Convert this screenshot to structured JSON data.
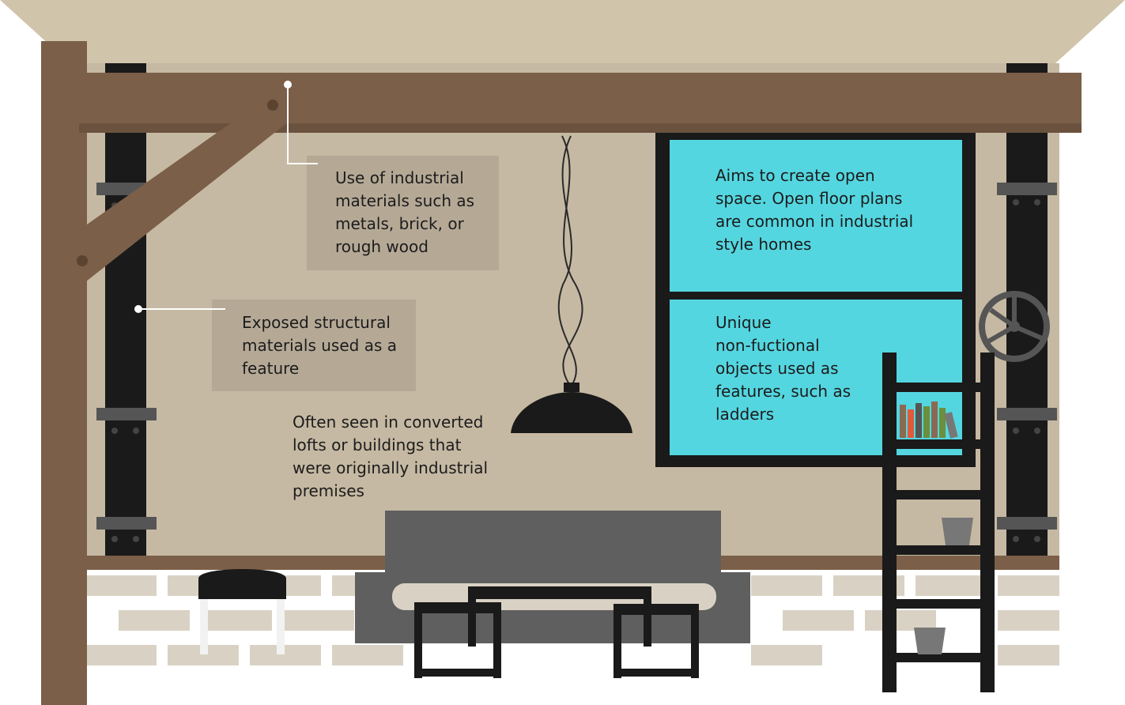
{
  "palette": {
    "wall": "#c6b9a3",
    "ceiling": "#d0c4ab",
    "wood_beam": "#7b5f48",
    "pillar": "#1a1a1a",
    "window_glass": "#54d6e0",
    "callout_box": "#b5a996",
    "sofa": "#5f5f5f",
    "brick": "#d9d2c4"
  },
  "annotations": {
    "industrial_materials": "Use of industrial\nmaterials such as\nmetals, brick, or\nrough wood",
    "exposed_structure": "Exposed structural\nmaterials used as a\nfeature",
    "converted_lofts": "Often seen in converted\nlofts or buildings that\nwere originally industrial\npremises",
    "open_space": "Aims to create open\nspace. Open floor plans\nare common in industrial\nstyle homes",
    "unique_objects": "Unique\nnon-fuctional\nobjects used as\nfeatures, such as\nladders"
  }
}
